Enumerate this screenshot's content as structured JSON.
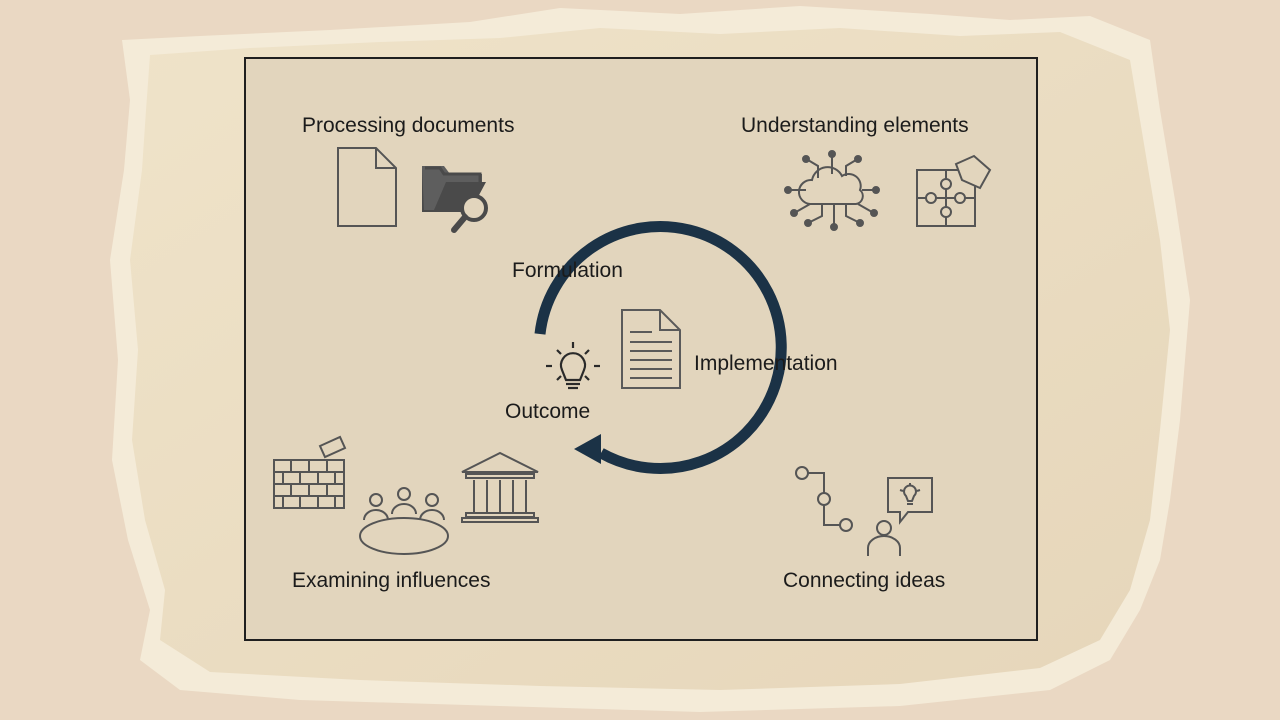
{
  "cycle": {
    "stages": [
      "Formulation",
      "Implementation",
      "Outcome"
    ],
    "arrow_color": "#1b3246",
    "icons": [
      "lightbulb-icon",
      "document-icon"
    ]
  },
  "quadrants": {
    "top_left": {
      "title": "Processing documents",
      "icons": [
        "file-icon",
        "folder-search-icon"
      ]
    },
    "top_right": {
      "title": "Understanding elements",
      "icons": [
        "cloud-network-icon",
        "puzzle-icon"
      ]
    },
    "bottom_left": {
      "title": "Examining influences",
      "icons": [
        "brick-wall-icon",
        "meeting-table-icon",
        "institution-icon"
      ]
    },
    "bottom_right": {
      "title": "Connecting ideas",
      "icons": [
        "connected-nodes-icon",
        "person-idea-icon"
      ]
    }
  },
  "colors": {
    "icon_stroke": "#4a4a4a",
    "frame_border": "#1f1f1f",
    "panel_fill": "#e2d5bd"
  }
}
